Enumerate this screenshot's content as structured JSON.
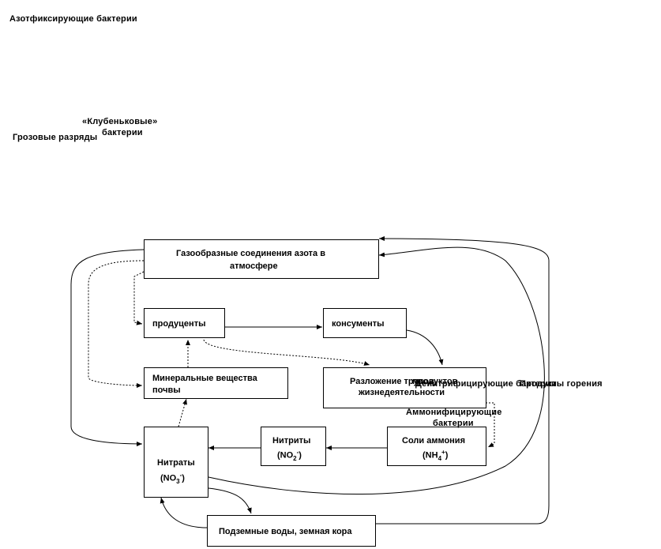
{
  "labels": {
    "azotfix": "Азотфиксирующие  бактерии",
    "klub": "«Клубеньковые»",
    "bakterii1": "бактерии",
    "groza": "Грозовые  разряды",
    "denitr": "Денитрифицирующие бактерии",
    "ammonif": "Аммонифицирующие",
    "bakterii2": "бактерии",
    "gorenie": "Продукты горения"
  },
  "boxes": {
    "atm_line1": "Газообразные  соединения  азота в",
    "atm_line2": "атмосфере",
    "prod": "продуценты",
    "kons": "консументы",
    "min_line1": "Минеральные  вещества",
    "min_line2": "почвы",
    "razl_line1": "Разложение  трупов,",
    "razl_line2": "продуктов",
    "razl_line3": "жизнедеятельности",
    "nitraty": "Нитраты",
    "nitraty_f": "(NO",
    "nitraty_sub": "3",
    "nitraty_sup": "-",
    "nitrity": "Нитриты",
    "nitrity_f": "(NO",
    "nitrity_sub": "2",
    "nitrity_sup": "-",
    "soli": "Соли  аммония",
    "soli_f": "(NH",
    "soli_sub": "4",
    "soli_sup": "+",
    "podzem": "Подземные  воды, земная кора"
  }
}
